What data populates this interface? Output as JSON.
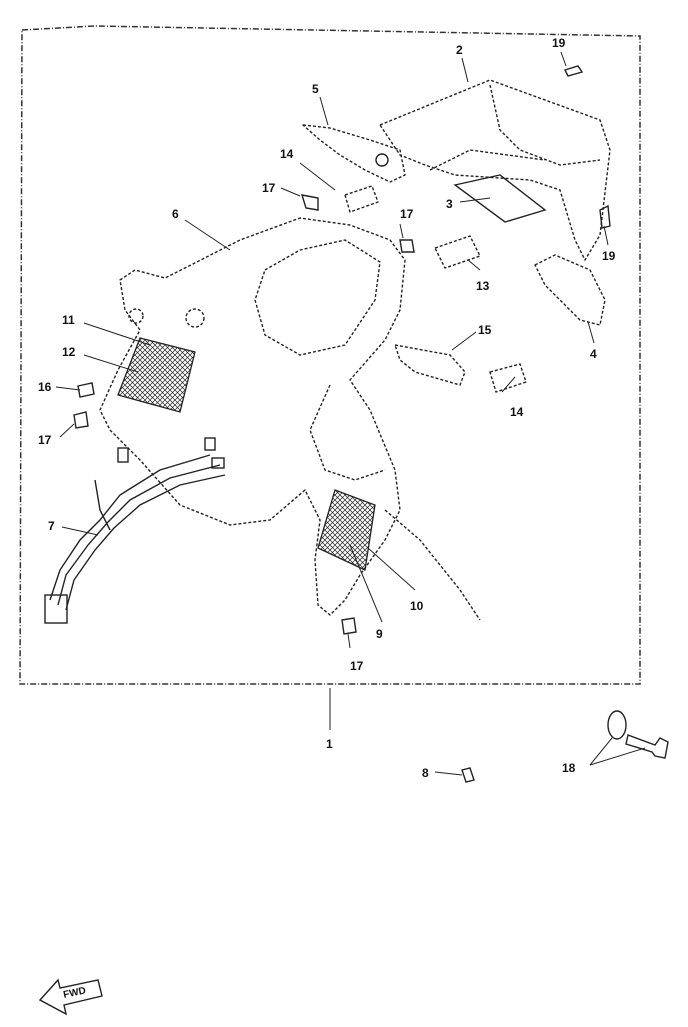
{
  "diagram": {
    "direction_label": "FWD",
    "callouts": {
      "c1": "1",
      "c2": "2",
      "c3": "3",
      "c4": "4",
      "c5": "5",
      "c6": "6",
      "c7": "7",
      "c8": "8",
      "c9": "9",
      "c10": "10",
      "c11": "11",
      "c12": "12",
      "c13": "13",
      "c14a": "14",
      "c14b": "14",
      "c15": "15",
      "c16": "16",
      "c17a": "17",
      "c17b": "17",
      "c17c": "17",
      "c17d": "17",
      "c18": "18",
      "c19a": "19",
      "c19b": "19"
    }
  }
}
